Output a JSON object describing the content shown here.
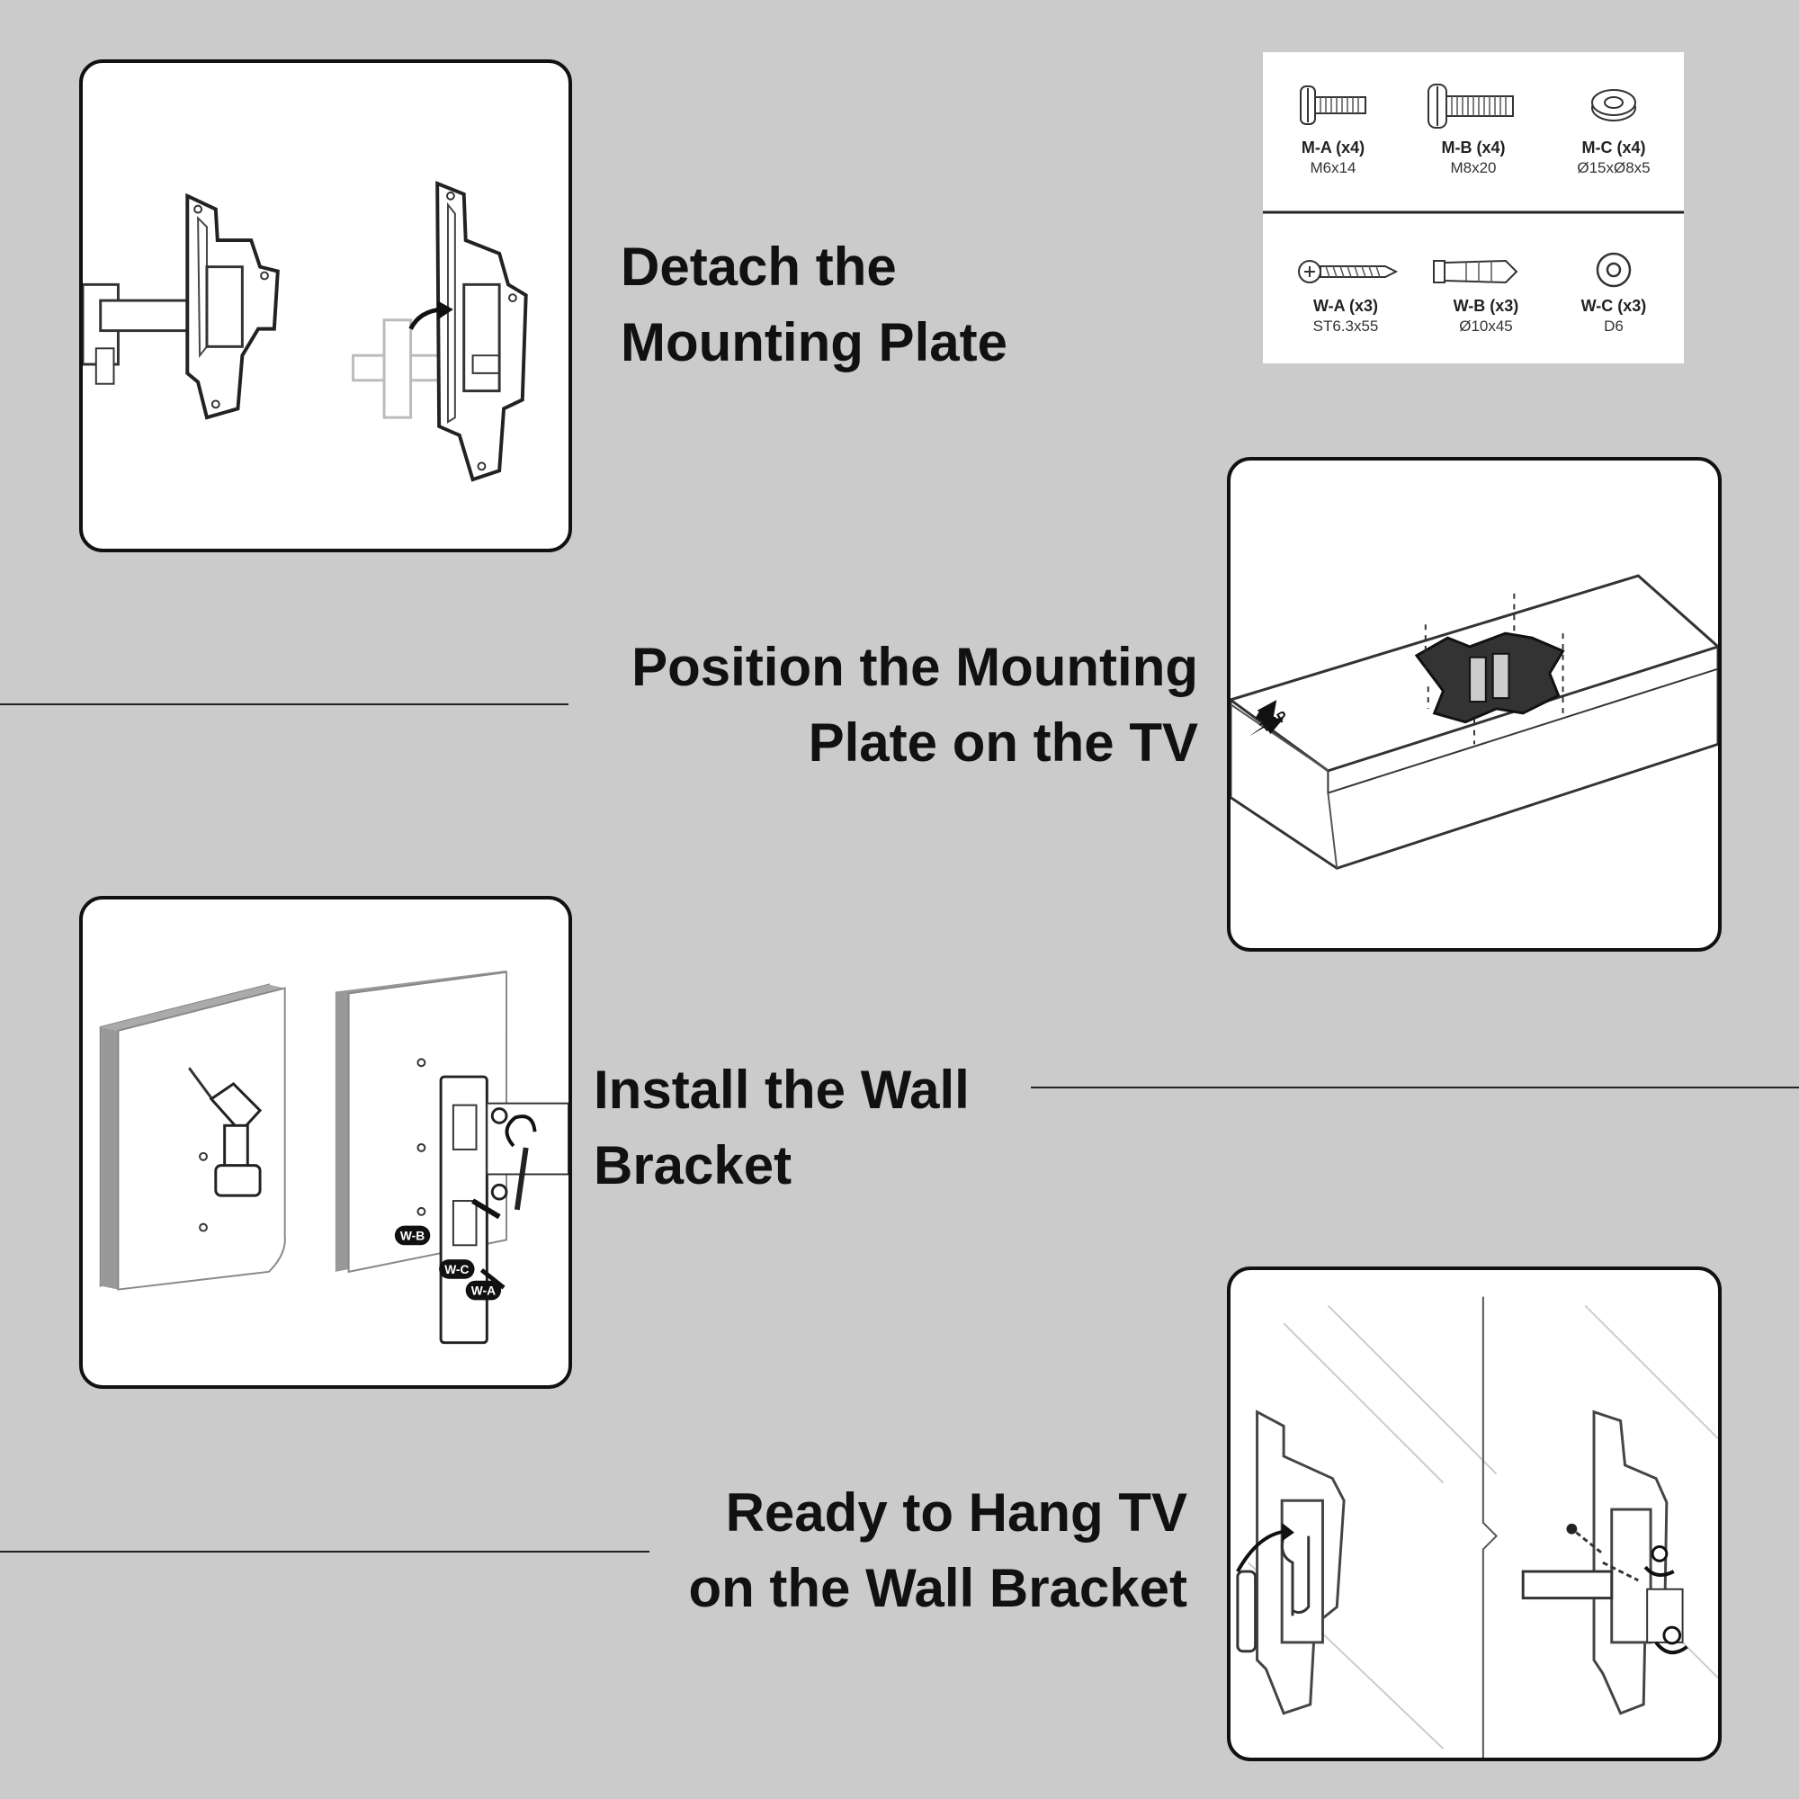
{
  "steps": [
    {
      "line1": "Detach the",
      "line2": "Mounting Plate"
    },
    {
      "line1": "Position the Mounting",
      "line2": "Plate on the TV"
    },
    {
      "line1": "Install the Wall",
      "line2": "Bracket"
    },
    {
      "line1": "Ready to Hang TV",
      "line2": "on the Wall Bracket"
    }
  ],
  "hardware": [
    {
      "code": "M-A (x4)",
      "size": "M6x14",
      "icon": "short-bolt-icon"
    },
    {
      "code": "M-B (x4)",
      "size": "M8x20",
      "icon": "long-bolt-icon"
    },
    {
      "code": "M-C (x4)",
      "size": "Ø15xØ8x5",
      "icon": "spacer-icon"
    },
    {
      "code": "W-A (x3)",
      "size": "ST6.3x55",
      "icon": "lag-screw-icon"
    },
    {
      "code": "W-B (x3)",
      "size": "Ø10x45",
      "icon": "wall-anchor-icon"
    },
    {
      "code": "W-C (x3)",
      "size": "D6",
      "icon": "washer-icon"
    }
  ],
  "labels": {
    "top_marker": "TOP",
    "tag_wb": "W-B",
    "tag_wc": "W-C",
    "tag_wa": "W-A"
  },
  "colors": {
    "background": "#cbcbcb",
    "panel_border": "#111111",
    "text": "#111111"
  }
}
